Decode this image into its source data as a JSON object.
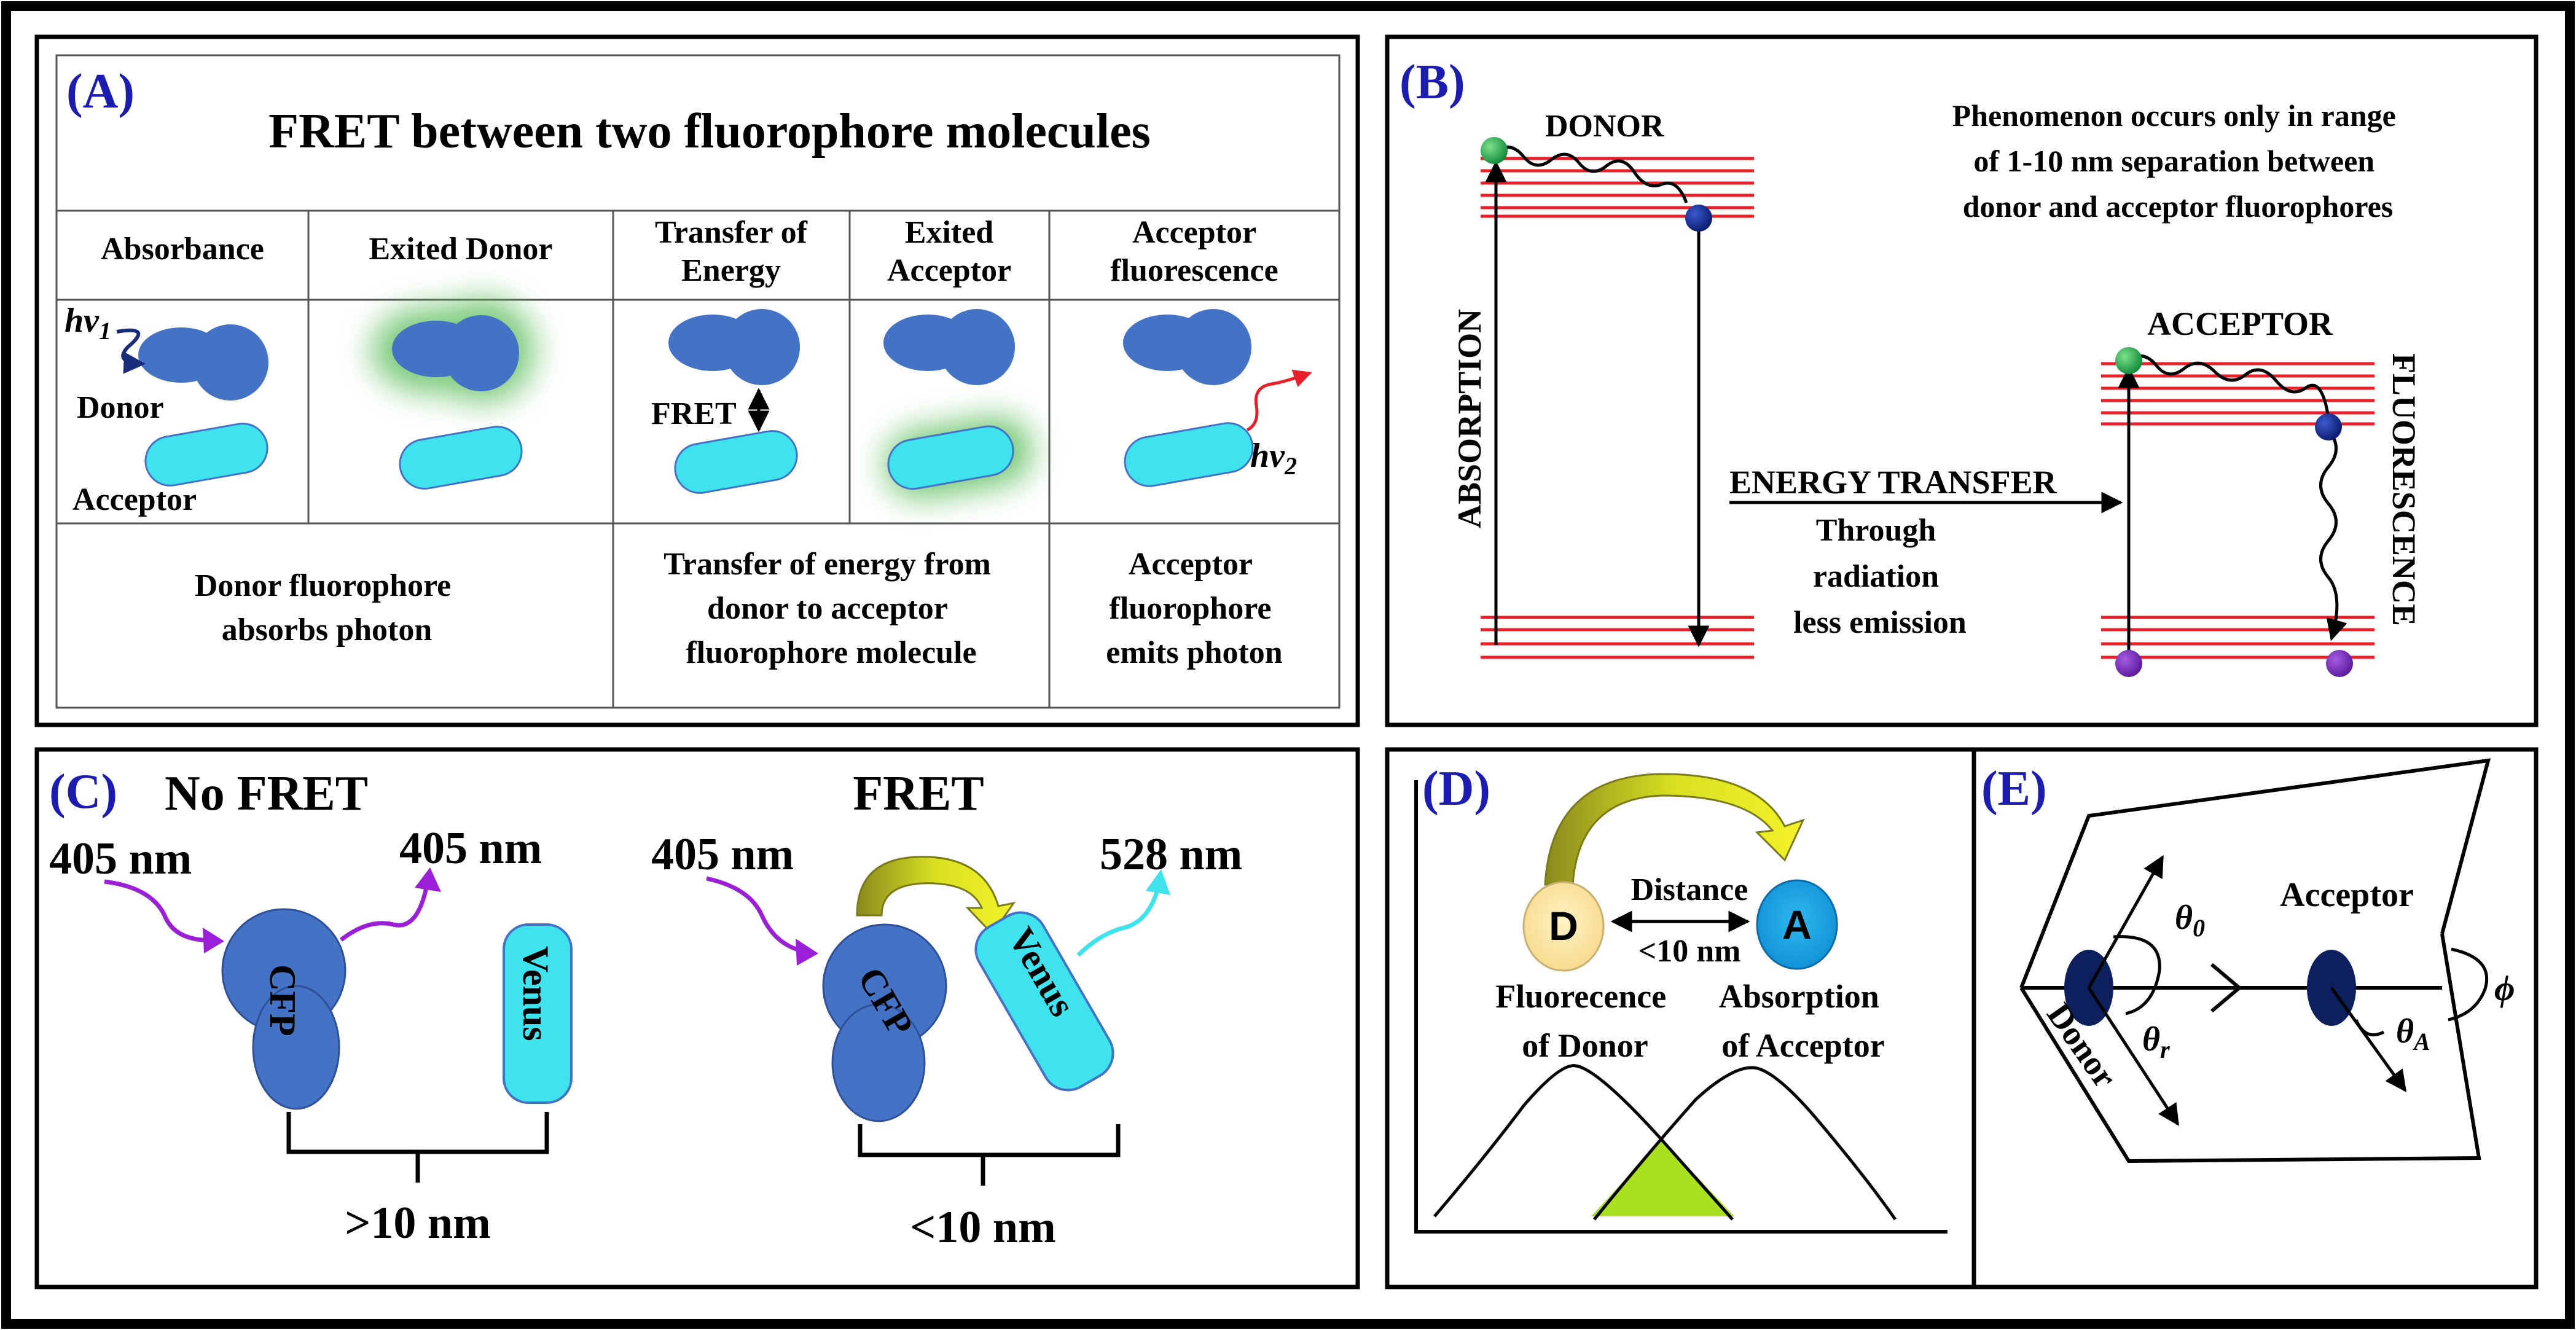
{
  "panelA": {
    "label": "(A)",
    "title": "FRET between two fluorophore molecules",
    "columns": [
      "Absorbance",
      "Exited Donor",
      "Transfer of Energy",
      "Exited Acceptor",
      "Acceptor fluorescence"
    ],
    "hv1": "hv",
    "hv1_sub": "1",
    "hv2": "hv",
    "hv2_sub": "2",
    "donor": "Donor",
    "acceptor": "Acceptor",
    "fret": "FRET",
    "captions": [
      [
        "Donor fluorophore",
        "absorbs  photon"
      ],
      [
        "Transfer of energy from",
        "donor to acceptor",
        "fluorophore molecule"
      ],
      [
        "Acceptor",
        "fluorophore",
        "emits photon"
      ]
    ]
  },
  "panelB": {
    "label": "(B)",
    "donor": "DONOR",
    "acceptor": "ACCEPTOR",
    "absorption": "ABSORPTION",
    "fluorescence": "FLUORESCENCE",
    "energy_transfer": "ENERGY TRANSFER",
    "transfer_note": [
      "Through",
      "radiation",
      "less emission"
    ],
    "note": [
      "Phenomenon occurs only in range",
      "of 1-10 nm separation between",
      "donor and acceptor fluorophores"
    ]
  },
  "panelC": {
    "label": "(C)",
    "no_fret_title": "No FRET",
    "fret_title": "FRET",
    "wl_in_left": "405 nm",
    "wl_out_left": "405 nm",
    "wl_in_right": "405 nm",
    "wl_out_right": "528 nm",
    "cfp": "CFP",
    "venus": "Venus",
    "dist_far": ">10 nm",
    "dist_near": "<10 nm"
  },
  "panelD": {
    "label": "(D)",
    "d": "D",
    "a": "A",
    "distance": "Distance",
    "distance_value": "<10 nm",
    "donor_caption": [
      "Fluorecence",
      "of Donor"
    ],
    "acceptor_caption": [
      "Absorption",
      "of Acceptor"
    ]
  },
  "panelE": {
    "label": "(E)",
    "acceptor": "Acceptor",
    "donor": "Donor",
    "theta0": "θ",
    "theta0_sub": "0",
    "thetar": "θ",
    "thetar_sub": "r",
    "thetaA": "θ",
    "thetaA_sub": "A",
    "phi": "ϕ"
  },
  "colors": {
    "panel_label": "#1c1cb0",
    "donor_blue": "#4472c4",
    "acceptor_cyan": "#3fe3ee",
    "glow_green": "#5fbf5f",
    "level_red": "#e8202a",
    "arrow_purple": "#9b1fd6",
    "arrow_yellow": "#c8d41e",
    "overlap_green": "#a9e01f",
    "dark_navy": "#0d1f5c"
  }
}
